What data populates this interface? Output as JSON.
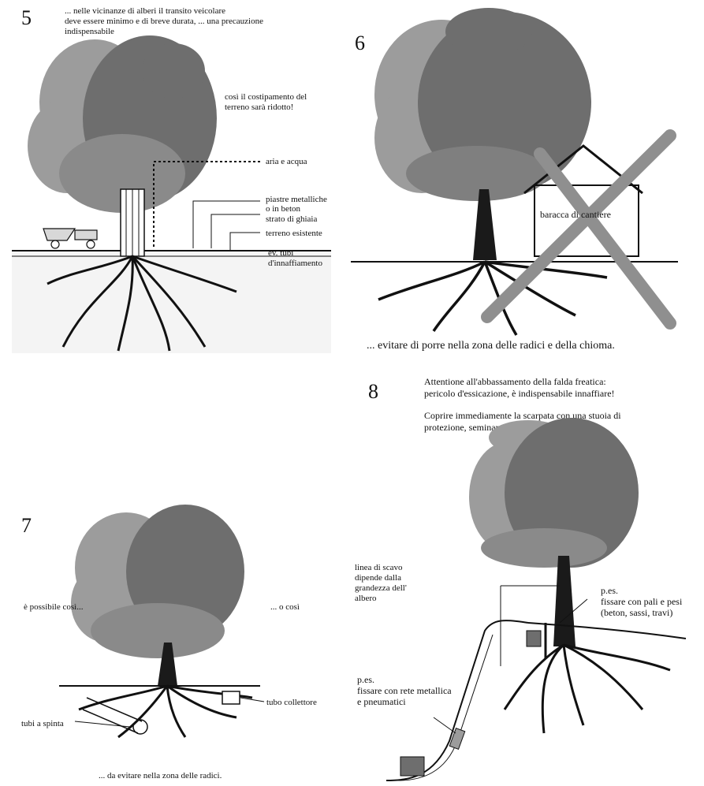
{
  "panel5": {
    "number": "5",
    "intro": [
      "... nelle vicinanze di alberi il transito veicolare",
      "deve essere minimo e di breve durata, ... una precauzione",
      "indispensabile"
    ],
    "compaction_note": [
      "così il costipamento del",
      "terreno sarà ridotto!"
    ],
    "label_air_water": "aria e acqua",
    "label_plates": [
      "piastre metalliche",
      "o in beton"
    ],
    "label_gravel": "strato di ghiaia",
    "label_soil": "terreno esistente",
    "label_pipes": [
      "ev. tubi",
      "d'innaffiamento"
    ]
  },
  "panel6": {
    "number": "6",
    "hut_label": "baracca di cantiere",
    "caption": "... evitare di porre nella zona delle radici e della chioma."
  },
  "panel7": {
    "number": "7",
    "label_left": "è possibile così...",
    "label_right": "... o così",
    "label_collector": "tubo collettore",
    "label_pushed": "tubi a spinta",
    "caption": "... da evitare nella zona delle radici."
  },
  "panel8": {
    "number": "8",
    "warning": [
      "Attentione all'abbassamento della falda freatica:",
      "pericolo d'essicazione, è indispensabile innaffiare!"
    ],
    "instruction": [
      "Coprire immediamente la scarpata con una stuoia di",
      "protezione, seminare o piantare."
    ],
    "label_excavation": [
      "linea di scavo",
      "dipende dalla",
      "grandezza dell'",
      "albero"
    ],
    "label_poles": [
      "p.es.",
      "fissare con pali e pesi",
      "(beton, sassi, travi)"
    ],
    "label_net": [
      "p.es.",
      "fissare con rete metallica",
      "e pneumatici"
    ]
  },
  "colors": {
    "canopy_light": "#9c9c9c",
    "canopy_dark": "#6e6e6e",
    "trunk": "#1a1a1a",
    "cross": "#8f8f8f"
  }
}
